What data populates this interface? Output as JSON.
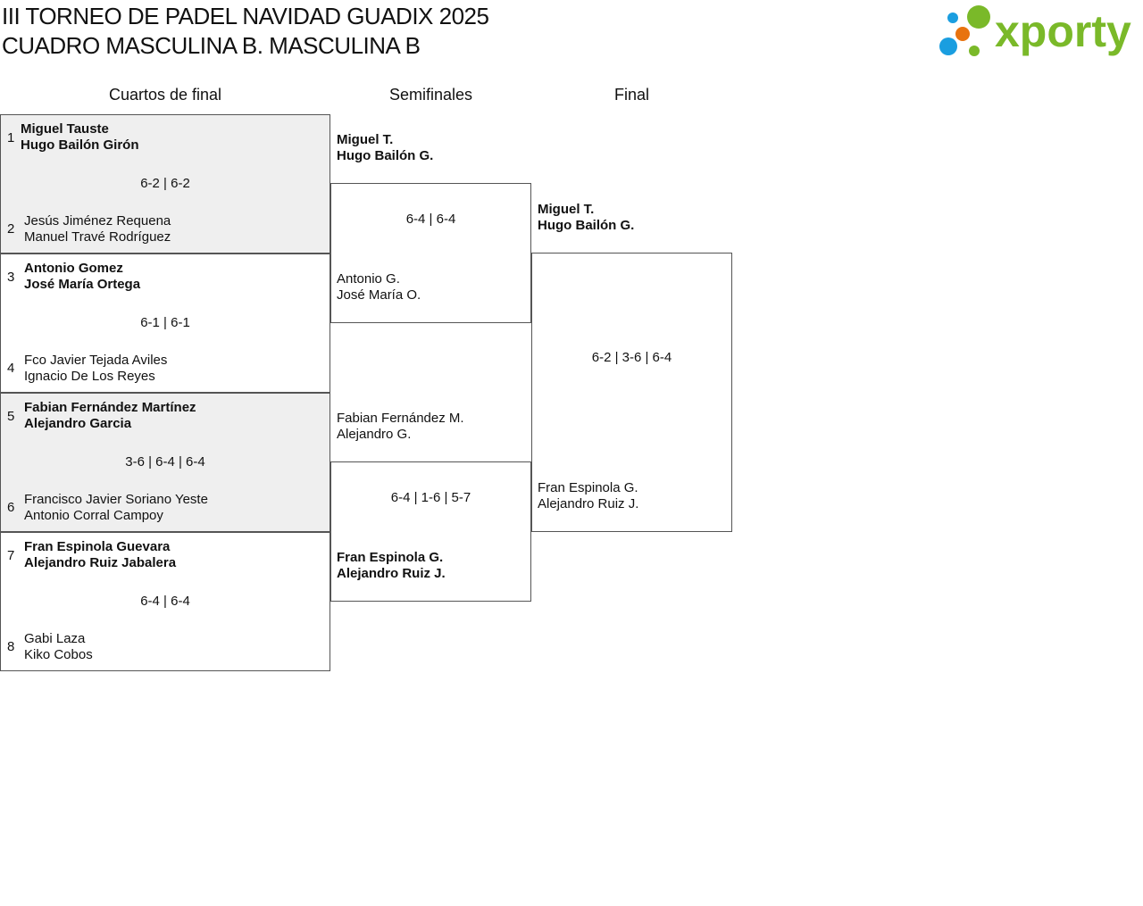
{
  "header": {
    "title_line1": "III TORNEO DE PADEL NAVIDAD GUADIX 2025",
    "title_line2": "CUADRO MASCULINA B. MASCULINA B",
    "logo_text": "xporty"
  },
  "rounds": [
    "Cuartos de final",
    "Semifinales",
    "Final"
  ],
  "quarterfinals": [
    {
      "seed_a": "1",
      "a1": "Miguel Tauste",
      "a2": "Hugo Bailón Girón",
      "score": "6-2 | 6-2",
      "seed_b": "2",
      "b1": "Jesús Jiménez Requena",
      "b2": "Manuel Travé Rodríguez"
    },
    {
      "seed_a": "3",
      "a1": "Antonio Gomez",
      "a2": "José María Ortega",
      "score": "6-1 | 6-1",
      "seed_b": "4",
      "b1": "Fco Javier Tejada Aviles",
      "b2": "Ignacio De Los Reyes"
    },
    {
      "seed_a": "5",
      "a1": "Fabian Fernández Martínez",
      "a2": "Alejandro Garcia",
      "score": "3-6 | 6-4 | 6-4",
      "seed_b": "6",
      "b1": "Francisco Javier Soriano Yeste",
      "b2": "Antonio Corral Campoy"
    },
    {
      "seed_a": "7",
      "a1": "Fran Espinola Guevara",
      "a2": "Alejandro Ruiz Jabalera",
      "score": "6-4 | 6-4",
      "seed_b": "8",
      "b1": "Gabi Laza",
      "b2": "Kiko Cobos"
    }
  ],
  "semifinals": [
    {
      "a1": "Miguel T.",
      "a2": "Hugo Bailón G.",
      "score": "6-4 | 6-4",
      "b1": "Antonio G.",
      "b2": "José María O."
    },
    {
      "a1": "Fabian Fernández M.",
      "a2": "Alejandro G.",
      "score": "6-4 | 1-6 | 5-7",
      "b1": "Fran Espinola G.",
      "b2": "Alejandro Ruiz J."
    }
  ],
  "final": {
    "a1": "Miguel T.",
    "a2": "Hugo Bailón G.",
    "score": "6-2 | 3-6 | 6-4",
    "b1": "Fran Espinola G.",
    "b2": "Alejandro Ruiz J."
  }
}
